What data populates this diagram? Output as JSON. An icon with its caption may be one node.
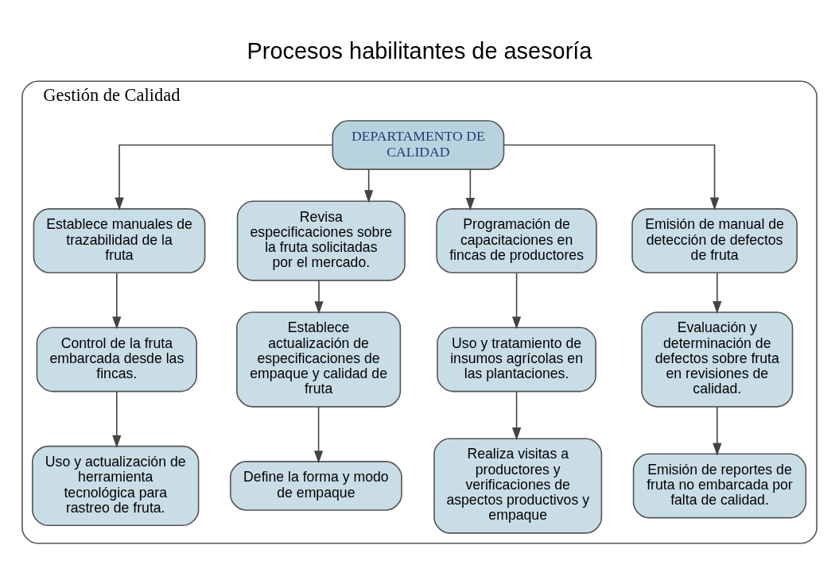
{
  "diagram": {
    "title": "Procesos habilitantes de asesoría",
    "nodes": [
      {
        "text": [
          "Gestión de Calidad"
        ]
      },
      {
        "text": [
          "DEPARTAMENTO DE CALIDAD"
        ],
        "in": 0
      },
      {
        "text": [
          "Establece manuales de trazabilidad de la fruta"
        ],
        "in": 0
      },
      {
        "text": [
          "Control de la fruta embarcada desde las fincas."
        ],
        "in": 0
      },
      {
        "text": [
          "Uso y actualización de herramienta tecnológica para rastreo de fruta."
        ],
        "in": 0
      },
      {
        "text": [
          "Revisa especificaciones sobre la fruta solicitadas por el mercado."
        ],
        "in": 0
      },
      {
        "text": [
          "Establece actualización de especificaciones de empaque y calidad de fruta"
        ],
        "in": 0
      },
      {
        "text": [
          "Define la forma y modo de empaque"
        ],
        "in": 0
      },
      {
        "text": [
          "Programación de capacitaciones en fincas de productores"
        ],
        "in": 0
      },
      {
        "text": [
          "Uso y tratamiento de insumos agrícolas en las plantaciones."
        ],
        "in": 0
      },
      {
        "text": [
          "Realiza visitas a productores y verificaciones de aspectos productivos y empaque"
        ],
        "in": 0
      },
      {
        "text": [
          "Emisión de manual de detección de defectos de fruta"
        ],
        "in": 0
      },
      {
        "text": [
          "Evaluación y determinación de defectos sobre fruta en revisiones de calidad."
        ],
        "in": 0
      },
      {
        "text": [
          "Emisión de reportes de fruta no embarcada por falta de calidad."
        ],
        "in": 0
      }
    ],
    "edges": [
      {
        "from": 1,
        "to": 2,
        "arrow": "to"
      },
      {
        "from": 1,
        "to": 5,
        "arrow": "to"
      },
      {
        "from": 1,
        "to": 8,
        "arrow": "to"
      },
      {
        "from": 1,
        "to": 11,
        "arrow": "to"
      },
      {
        "from": 2,
        "to": 3,
        "arrow": "to"
      },
      {
        "from": 3,
        "to": 4,
        "arrow": "to"
      },
      {
        "from": 5,
        "to": 6,
        "arrow": "to"
      },
      {
        "from": 6,
        "to": 7,
        "arrow": "to"
      },
      {
        "from": 8,
        "to": 9,
        "arrow": "to"
      },
      {
        "from": 9,
        "to": 10,
        "arrow": "to"
      },
      {
        "from": 11,
        "to": 12,
        "arrow": "to"
      },
      {
        "from": 12,
        "to": 13,
        "arrow": "to"
      }
    ]
  }
}
